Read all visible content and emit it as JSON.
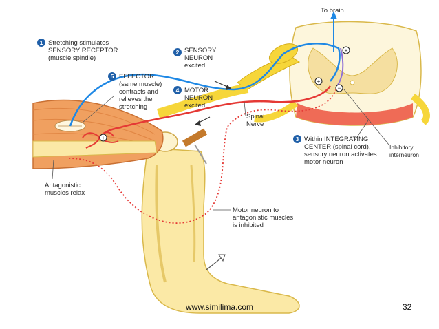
{
  "labels": {
    "step1": {
      "num": "1",
      "lines": [
        "Stretching stimulates",
        "SENSORY RECEPTOR",
        "(muscle spindle)"
      ]
    },
    "step2": {
      "num": "2",
      "lines": [
        "SENSORY",
        "NEURON",
        "excited"
      ]
    },
    "step3": {
      "num": "3",
      "lines": [
        "Within INTEGRATING",
        "CENTER (spinal cord),",
        "sensory neuron activates",
        "motor neuron"
      ]
    },
    "step4": {
      "num": "4",
      "lines": [
        "MOTOR",
        "NEURON",
        "excited"
      ]
    },
    "step5": {
      "num": "5",
      "lines": [
        "EFFECTOR",
        "(same muscle)",
        "contracts and",
        "relieves the",
        "stretching"
      ]
    },
    "to_brain": "To brain",
    "spinal_nerve": [
      "Spinal",
      "Nerve"
    ],
    "inhibitory": [
      "Inhibitory",
      "interneuron"
    ],
    "antagonistic": [
      "Antagonistic",
      "muscles relax"
    ],
    "motor_inhibited": [
      "Motor neuron to",
      "antagonistic muscles",
      "is inhibited"
    ]
  },
  "footer": {
    "website": "www.similima.com",
    "page_number": "32"
  },
  "colors": {
    "sensory": "#1e88e5",
    "motor": "#e53935",
    "badge": "#1f5fa8",
    "muscle": "#f0a060",
    "nerve": "#f6d63a",
    "leg": "#fbe9a6"
  },
  "symbols": {
    "excitatory": "+",
    "inhibitory": "−"
  }
}
